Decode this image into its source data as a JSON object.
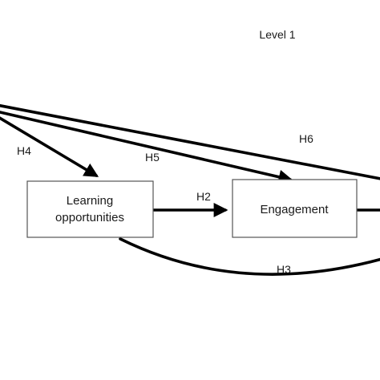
{
  "level_label": "Level 1",
  "nodes": {
    "learning_line1": "Learning",
    "learning_line2": "opportunities",
    "engagement": "Engagement"
  },
  "edges": {
    "h2": "H2",
    "h3": "H3",
    "h4": "H4",
    "h5": "H5",
    "h6": "H6"
  }
}
